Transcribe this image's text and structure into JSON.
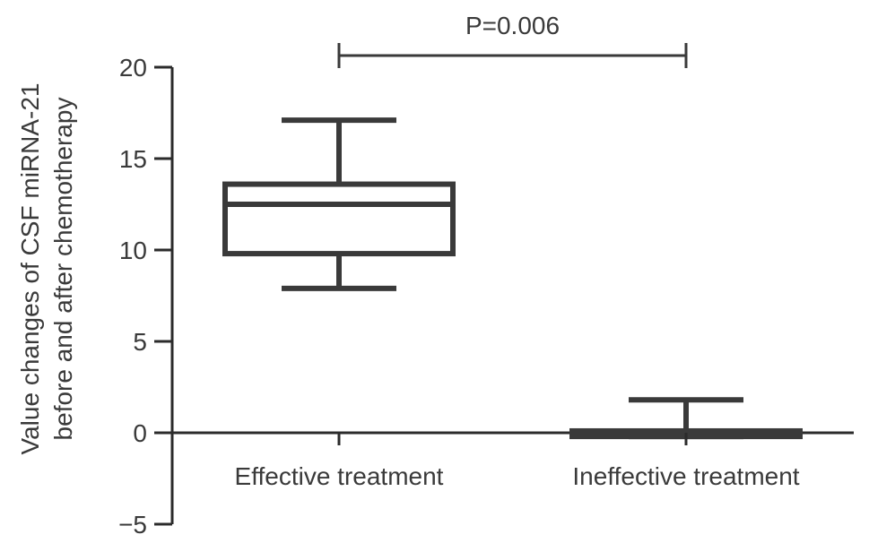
{
  "chart_data": {
    "type": "box",
    "ylabel_lines": [
      "Value changes of CSF miRNA-21",
      "before and after chemotherapy"
    ],
    "ylim": [
      -5,
      20
    ],
    "yticks": [
      -5,
      0,
      5,
      10,
      15,
      20
    ],
    "ytick_labels": [
      "−5",
      "0",
      "5",
      "10",
      "15",
      "20"
    ],
    "categories": [
      "Effective treatment",
      "Ineffective treatment"
    ],
    "boxes": [
      {
        "category": "Effective treatment",
        "whisker_low": 7.9,
        "q1": 9.8,
        "median": 12.5,
        "q3": 13.6,
        "whisker_high": 17.1
      },
      {
        "category": "Ineffective treatment",
        "whisker_low": -0.2,
        "q1": -0.2,
        "median": 0.0,
        "q3": 0.1,
        "whisker_high": 1.8
      }
    ],
    "annotation": {
      "text": "P=0.006",
      "between": [
        "Effective treatment",
        "Ineffective treatment"
      ]
    },
    "grid": false,
    "legend": false
  }
}
